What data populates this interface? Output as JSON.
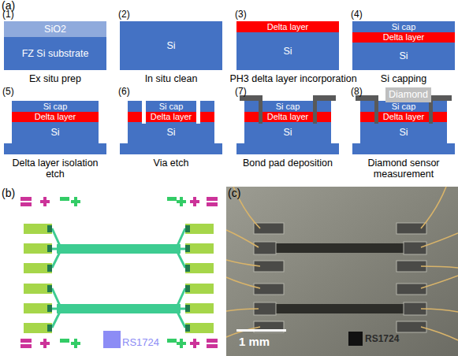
{
  "diagram": {
    "nodes": [
      {
        "text": [
          "SiO2"
        ]
      },
      {
        "text": [
          "FZ Si substrate"
        ]
      },
      {
        "text": [
          "Si"
        ]
      },
      {
        "text": [
          "Delta layer"
        ]
      },
      {
        "text": [
          "Si"
        ]
      },
      {
        "text": [
          "Si cap"
        ]
      },
      {
        "text": [
          "Delta layer"
        ]
      },
      {
        "text": [
          "Si"
        ]
      },
      {
        "text": [
          "Si cap"
        ]
      },
      {
        "text": [
          "Delta layer"
        ]
      },
      {
        "text": [
          "Si"
        ]
      },
      {
        "text": [
          "Si cap"
        ]
      },
      {
        "text": [
          "Delta layer"
        ]
      },
      {
        "text": [
          "Si"
        ]
      },
      {
        "text": [
          "Si cap"
        ]
      },
      {
        "text": [
          "Delta layer"
        ]
      },
      {
        "text": [
          "Si"
        ]
      },
      {
        "text": [
          "Diamond"
        ]
      },
      {
        "text": [
          "Si cap"
        ]
      },
      {
        "text": [
          "Delta layer"
        ]
      },
      {
        "text": [
          "Si"
        ]
      }
    ],
    "labels": [
      "(a)",
      "(1)",
      "Ex situ prep",
      "(2)",
      "In situ clean",
      "(3)",
      "PH3 delta layer incorporation",
      "(4)",
      "Si capping",
      "(5)",
      "Delta layer isolation etch",
      "(6)",
      "Via etch",
      "(7)",
      "Bond pad deposition",
      "(8)",
      "Diamond sensor measurement",
      "(b)",
      "RS1724",
      "(c)",
      "1 mm",
      "RS1724"
    ]
  }
}
